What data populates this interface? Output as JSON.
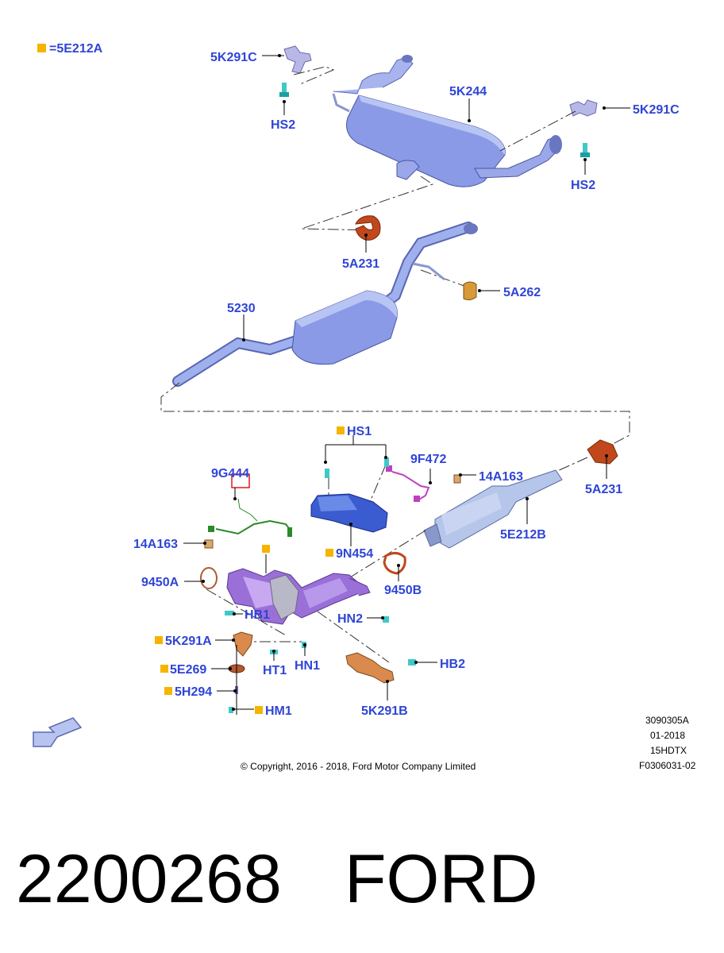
{
  "legend": {
    "text": "=5E212A",
    "marker_color": "#f5b400"
  },
  "labels": {
    "5K291C_top": "5K291C",
    "HS2_left": "HS2",
    "5K244": "5K244",
    "5K291C_right": "5K291C",
    "HS2_right": "HS2",
    "5A231_upper": "5A231",
    "5A262": "5A262",
    "5230": "5230",
    "HS1": "HS1",
    "9F472": "9F472",
    "9G444": "9G444",
    "14A163_right": "14A163",
    "5A231_lower": "5A231",
    "14A163_left": "14A163",
    "5E212B": "5E212B",
    "9N454": "9N454",
    "9450A": "9450A",
    "9450B": "9450B",
    "HB1": "HB1",
    "HN2": "HN2",
    "5K291A": "5K291A",
    "5E269": "5E269",
    "HT1": "HT1",
    "HN1": "HN1",
    "HB2": "HB2",
    "5H294": "5H294",
    "HM1": "HM1",
    "5K291B": "5K291B"
  },
  "footer": {
    "code": "3090305A",
    "date": "01-2018",
    "engine": "15HDTX",
    "figure": "F0306031-02",
    "copyright": "© Copyright, 2016 - 2018, Ford Motor Company Limited"
  },
  "caption": {
    "part_number": "2200268",
    "brand": "FORD"
  },
  "icons": [
    "direction-arrow-icon"
  ],
  "colors": {
    "label_blue": "#2f45d6",
    "muffler_blue": "#8a9ae6",
    "catalyst_purple": "#9a6fd8",
    "clamp_orange": "#c0481c",
    "bracket_tan": "#d98a4c",
    "sensor_green": "#2a8a2a",
    "sensor_magenta": "#c040c0",
    "clip_cyan": "#40c8c8",
    "dpf_light_blue": "#b6c6ea"
  }
}
